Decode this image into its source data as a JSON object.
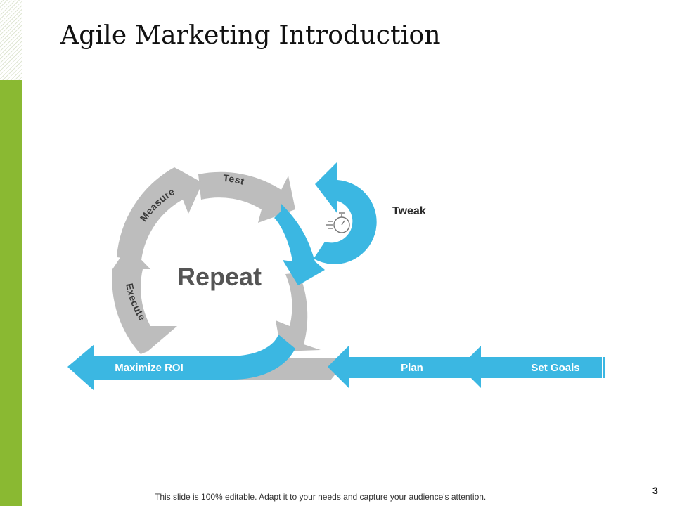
{
  "slide": {
    "title": "Agile Marketing Introduction",
    "footer_note": "This slide is 100% editable. Adapt it to your needs and capture your audience's attention.",
    "page_number": "3"
  },
  "diagram": {
    "center_label": "Repeat",
    "cycle_steps": [
      "Test",
      "Measure",
      "Execute"
    ],
    "tweak_label": "Tweak",
    "flow_steps": [
      "Maximize ROI",
      "Plan",
      "Set Goals"
    ],
    "icons": [
      "stopwatch-icon"
    ],
    "colors": {
      "blue": "#3bb7e2",
      "gray": "#bdbdbd",
      "green": "#8ab932"
    }
  }
}
